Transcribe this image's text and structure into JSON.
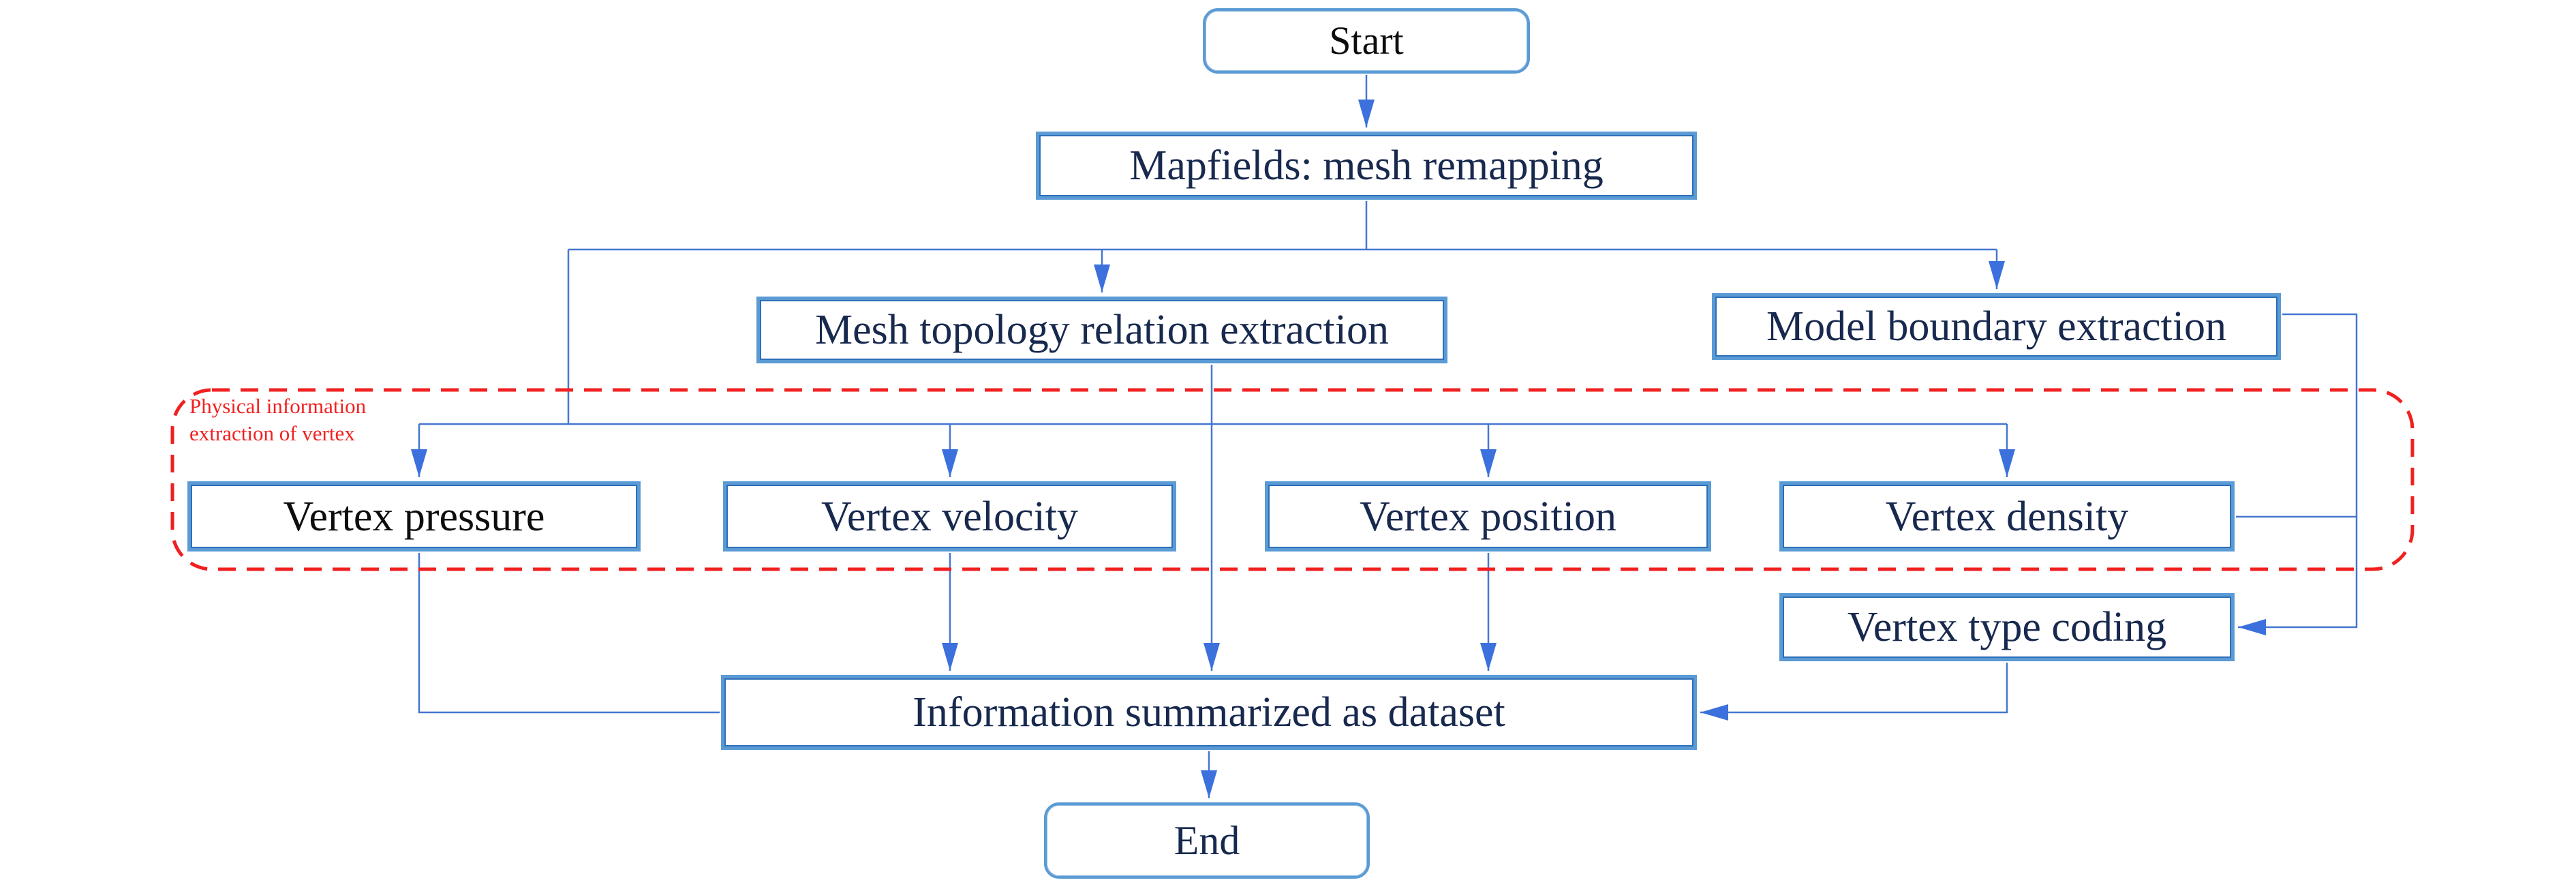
{
  "diagram": {
    "type": "flowchart",
    "description": "Mapfields mesh remapping data extraction flowchart"
  },
  "colors": {
    "background": "#ffffff",
    "node_border": "#5b9bd5",
    "node_border_inner": "#2e6fb8",
    "connector": "#4577d0",
    "arrowhead": "#3b70dd",
    "node_text_navy": "#18294e",
    "node_text_black": "#0d0d0d",
    "annotation_red": "#f12020"
  },
  "nodes": {
    "start": {
      "label": "Start",
      "shape": "rounded-rectangle",
      "text_color": "black"
    },
    "mapfields": {
      "label": "Mapfields: mesh remapping",
      "shape": "rectangle",
      "text_color": "navy"
    },
    "mesh_topology": {
      "label": "Mesh topology relation extraction",
      "shape": "rectangle",
      "text_color": "navy"
    },
    "model_boundary": {
      "label": "Model boundary extraction",
      "shape": "rectangle",
      "text_color": "navy"
    },
    "vertex_pressure": {
      "label": "Vertex pressure",
      "shape": "rectangle",
      "text_color": "black"
    },
    "vertex_velocity": {
      "label": "Vertex velocity",
      "shape": "rectangle",
      "text_color": "navy"
    },
    "vertex_position": {
      "label": "Vertex position",
      "shape": "rectangle",
      "text_color": "navy"
    },
    "vertex_density": {
      "label": "Vertex density",
      "shape": "rectangle",
      "text_color": "navy"
    },
    "vertex_type_coding": {
      "label": "Vertex type coding",
      "shape": "rectangle",
      "text_color": "navy"
    },
    "information": {
      "label": "Information summarized as dataset",
      "shape": "rectangle",
      "text_color": "navy"
    },
    "end": {
      "label": "End",
      "shape": "rounded-rectangle",
      "text_color": "navy"
    }
  },
  "annotation": {
    "line1": "Physical information",
    "line2": "extraction of vertex",
    "style": "red dashed rounded rectangle grouping the four vertex extraction boxes"
  },
  "edges": [
    {
      "from": "start",
      "to": "mapfields",
      "arrow": true
    },
    {
      "from": "mapfields",
      "to": "mesh_topology",
      "arrow": true
    },
    {
      "from": "mapfields",
      "to": "model_boundary",
      "arrow": true
    },
    {
      "from": "mapfields",
      "to": "vertex_pressure",
      "arrow": true
    },
    {
      "from": "mapfields",
      "to": "vertex_velocity",
      "arrow": true
    },
    {
      "from": "mapfields",
      "to": "vertex_position",
      "arrow": true
    },
    {
      "from": "mapfields",
      "to": "vertex_density",
      "arrow": true
    },
    {
      "from": "mesh_topology",
      "to": "information",
      "arrow": true
    },
    {
      "from": "model_boundary",
      "to": "vertex_type_coding",
      "arrow": true
    },
    {
      "from": "vertex_density",
      "to": "vertex_type_coding",
      "arrow": true
    },
    {
      "from": "vertex_pressure",
      "to": "information",
      "arrow": false
    },
    {
      "from": "vertex_velocity",
      "to": "information",
      "arrow": true
    },
    {
      "from": "vertex_position",
      "to": "information",
      "arrow": true
    },
    {
      "from": "vertex_type_coding",
      "to": "information",
      "arrow": true
    },
    {
      "from": "information",
      "to": "end",
      "arrow": true
    }
  ]
}
